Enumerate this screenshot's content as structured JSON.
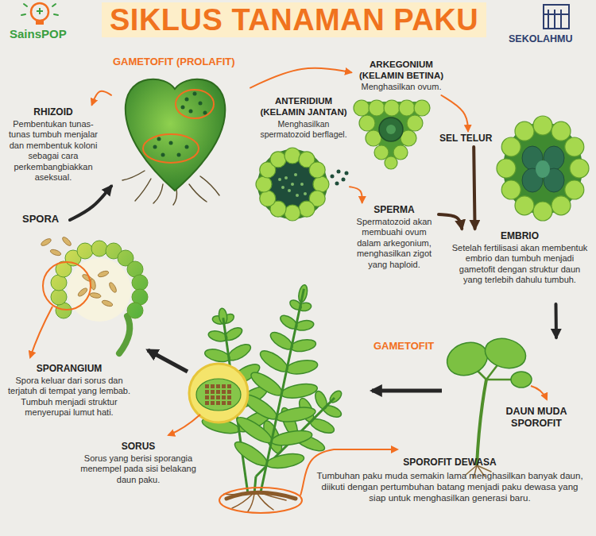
{
  "diagram": {
    "title": "SIKLUS TANAMAN PAKU",
    "nodes": [
      {
        "text": [
          "GAMETOFIT (PROLAFIT)"
        ]
      },
      {
        "text": [
          "RHIZOID",
          "Pembentukan tunas-tunas tumbuh menjalar dan membentuk koloni sebagai cara perkembangbiakkan aseksual."
        ]
      },
      {
        "text": [
          "ARKEGONIUM (KELAMIN BETINA)",
          "Menghasilkan ovum."
        ]
      },
      {
        "text": [
          "ANTERIDIUM (KELAMIN JANTAN)",
          "Menghasilkan spermatozoid berflagel."
        ]
      },
      {
        "text": [
          "SEL TELUR"
        ]
      },
      {
        "text": [
          "SPERMA",
          "Spermatozoid akan membuahi ovum dalam arkegonium, menghasilkan zigot yang haploid."
        ]
      },
      {
        "text": [
          "EMBRIO",
          "Setelah fertilisasi akan membentuk embrio dan tumbuh menjadi gametofit dengan struktur daun yang terlebih dahulu tumbuh."
        ]
      },
      {
        "text": [
          "DAUN MUDA SPOROFIT"
        ]
      },
      {
        "text": [
          "SPOROFIT DEWASA",
          "Tumbuhan paku muda semakin lama menghasilkan banyak daun, diikuti dengan pertumbuhan batang menjadi paku dewasa yang siap untuk menghasilkan generasi baru."
        ]
      },
      {
        "text": [
          "SORUS",
          "Sorus yang berisi sporangia menempel pada sisi belakang daun paku."
        ]
      },
      {
        "text": [
          "SPORANGIUM",
          "Spora keluar dari sorus dan terjatuh di tempat yang lembab. Tumbuh menjadi struktur menyerupai lumut hati."
        ]
      },
      {
        "text": [
          "SPORA"
        ]
      }
    ],
    "edges": [
      {
        "from": 11,
        "to": 0,
        "arrow": "to"
      },
      {
        "from": 0,
        "to": 1,
        "arrow": "to"
      },
      {
        "from": 0,
        "to": 2,
        "arrow": "to"
      },
      {
        "from": 3,
        "to": 5,
        "arrow": "to"
      },
      {
        "from": 2,
        "to": 4,
        "arrow": "to"
      },
      {
        "from": 4,
        "to": 6,
        "arrow": "to"
      },
      {
        "from": 5,
        "to": 6,
        "arrow": "to"
      },
      {
        "from": 6,
        "to": 7,
        "arrow": "to"
      }
    ],
    "labels": [
      "SainsPOP",
      "SEKOLAHMU",
      "GAMETOFIT"
    ]
  }
}
